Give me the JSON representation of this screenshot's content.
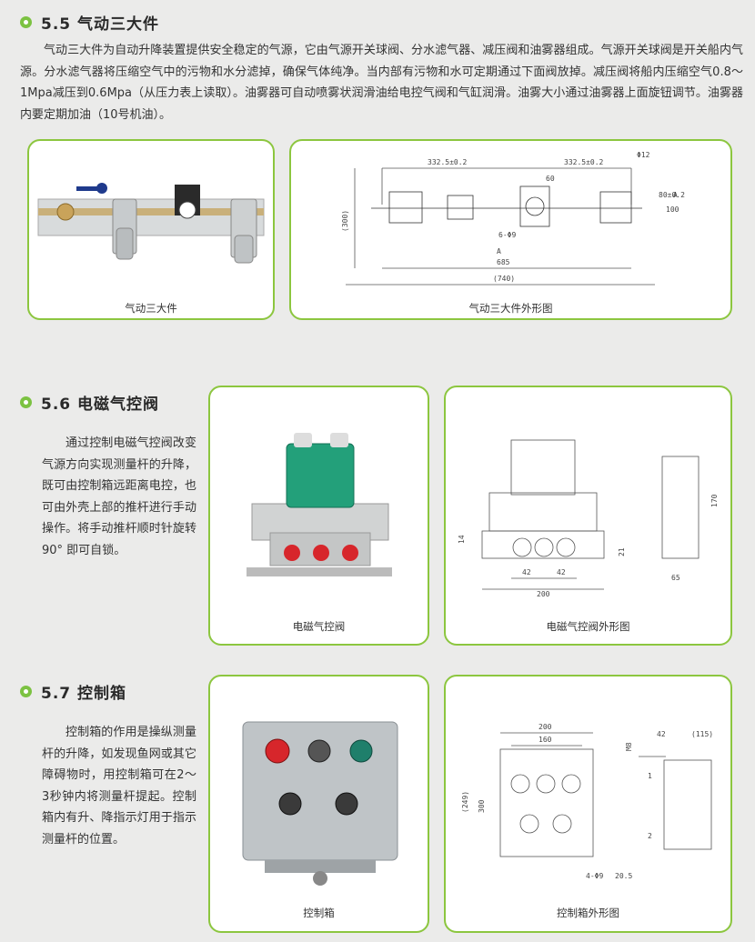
{
  "s55": {
    "title": "5.5  气动三大件",
    "lines": [
      "气动三大件为自动升降装置提供安全稳定的气源，它由气源开关球阀、分水滤气器、减压阀和油雾器组成。气",
      "源开关球阀是开关船内气源。分水滤气器将压缩空气中的污物和水分滤掉，确保气体纯净。当内部有污物和水可定",
      "期通过下面阀放掉。减压阀将船内压缩空气0.8～1Mpa减压到0.6Mpa（从压力表上读取）。油雾器可自动喷雾状润",
      "滑油给电控气阀和气缸润滑。油雾大小通过油雾器上面旋钮调节。油雾器内要定期加油（10号机油）。"
    ],
    "photo_caption": "气动三大件",
    "drawing_caption": "气动三大件外形图",
    "dims": {
      "a": "332.5±0.2",
      "b": "332.5±0.2",
      "c": "685",
      "d": "(740)",
      "e": "(300)",
      "f": "60",
      "g": "80±0.2",
      "h": "100",
      "i": "6-Φ9",
      "j": "Φ12",
      "k": "A",
      "l": "A"
    }
  },
  "s56": {
    "title": "5.6  电磁气控阀",
    "lines": [
      "通过控制电磁气控",
      "阀改变气源方向实现测",
      "量杆的升降，既可由控",
      "制箱远距离电控，也可",
      "由外壳上部的推杆进行",
      "手动操作。将手动推杆",
      "顺时针旋转90° 即可自",
      "锁。"
    ],
    "photo_caption": "电磁气控阀",
    "drawing_caption": "电磁气控阀外形图",
    "dims": {
      "a": "42",
      "b": "42",
      "c": "200",
      "d": "65",
      "e": "170",
      "f": "21",
      "g": "14"
    }
  },
  "s57": {
    "title": "5.7  控制箱",
    "lines": [
      "控制箱的作用是操",
      "纵测量杆的升降，如发",
      "现鱼网或其它障碍物",
      "时，用控制箱可在",
      "2～3秒钟内将测量杆提",
      "起。控制箱内有升、降",
      "指示灯用于指示测量杆",
      "的位置。"
    ],
    "photo_caption": "控制箱",
    "drawing_caption": "控制箱外形图",
    "dims": {
      "a": "200",
      "b": "160",
      "c": "(249)",
      "d": "300",
      "e": "4-Φ9",
      "f": "20.5",
      "g": "42",
      "h": "(115)",
      "i": "M8",
      "j": "1",
      "k": "2"
    }
  },
  "colors": {
    "green": "#8cc63f",
    "dot": "#7cc242",
    "valve_green": "#23a07a",
    "red_lamp": "#d7262b",
    "green_lamp": "#1f7f6b"
  }
}
